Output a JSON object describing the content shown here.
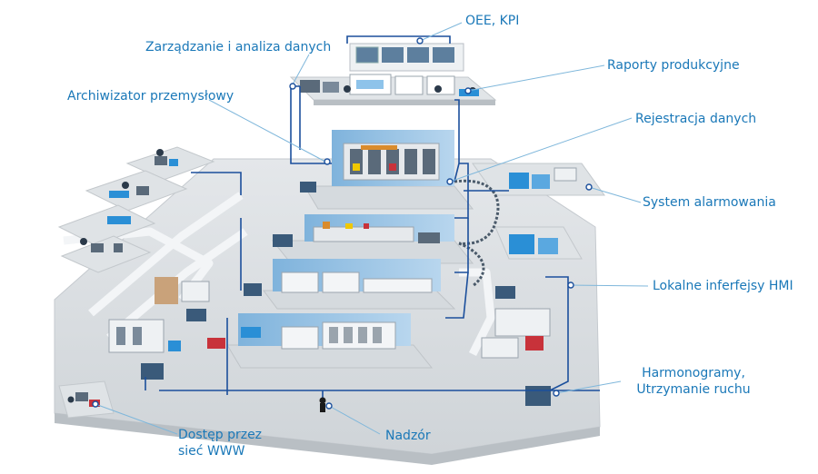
{
  "diagram": {
    "labels": {
      "oee_kpi": "OEE, KPI",
      "data_management": "Zarządzanie i analiza danych",
      "production_reports": "Raporty produkcyjne",
      "industrial_archiver": "Archiwizator przemysłowy",
      "data_recording": "Rejestracja danych",
      "alarm_system": "System alarmowania",
      "local_hmi": "Lokalne inferfejsy HMI",
      "schedules_line1": "Harmonogramy,",
      "schedules_line2": "Utrzymanie ruchu",
      "web_access_line1": "Dostęp przez",
      "web_access_line2": "sieć WWW",
      "supervision": "Nadzór"
    },
    "colors": {
      "label_text": "#1a78b8",
      "leader_line": "#7fb7db",
      "network_line": "#1b4f9c",
      "floor": "#d9dde0",
      "floor_shadow": "#bfc4c8",
      "wall": "#9fc7e6",
      "wall_dark": "#6da5d3",
      "machine": "#e8ecef",
      "accent_blue": "#2a8fd6",
      "accent_red": "#c8323a"
    }
  }
}
